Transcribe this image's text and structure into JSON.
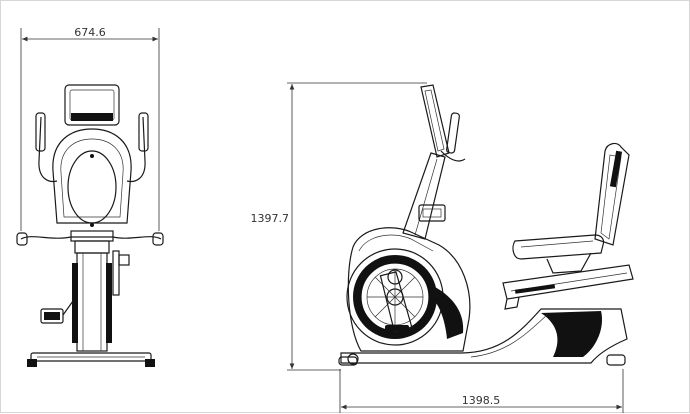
{
  "dimensions": {
    "width_front": "674.6",
    "height_side": "1397.7",
    "length_side": "1398.5"
  },
  "colors": {
    "line": "#1a1a1a",
    "dimension": "#333333",
    "background": "#ffffff"
  }
}
